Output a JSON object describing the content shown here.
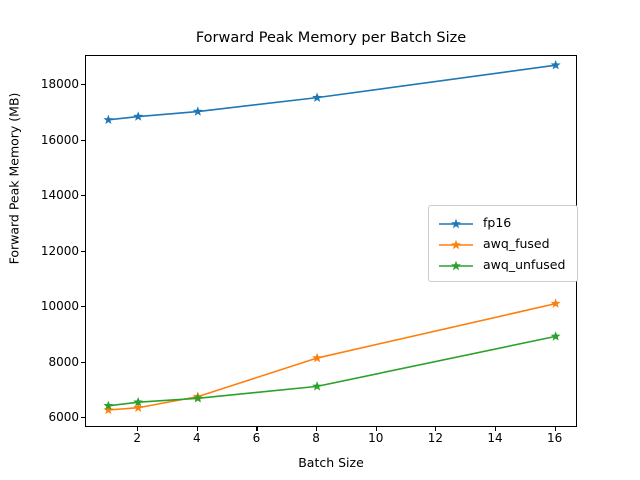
{
  "chart_data": {
    "type": "line",
    "title": "Forward Peak Memory per Batch Size",
    "xlabel": "Batch Size",
    "ylabel": "Forward Peak Memory (MB)",
    "x": [
      1,
      2,
      4,
      8,
      16
    ],
    "xlim": [
      0.25,
      16.75
    ],
    "ylim": [
      5650,
      19050
    ],
    "xticks": [
      2,
      4,
      6,
      8,
      10,
      12,
      14,
      16
    ],
    "xtick_labels": [
      "2",
      "4",
      "6",
      "8",
      "10",
      "12",
      "14",
      "16"
    ],
    "yticks": [
      6000,
      8000,
      10000,
      12000,
      14000,
      16000,
      18000
    ],
    "ytick_labels": [
      "6000",
      "8000",
      "10000",
      "12000",
      "14000",
      "16000",
      "18000"
    ],
    "grid": false,
    "marker": "star",
    "legend_position": "center right",
    "series": [
      {
        "name": "fp16",
        "color": "#1f77b4",
        "values": [
          16750,
          16870,
          17050,
          17550,
          18720
        ]
      },
      {
        "name": "awq_fused",
        "color": "#ff7f0e",
        "values": [
          6300,
          6380,
          6780,
          8170,
          10130
        ]
      },
      {
        "name": "awq_unfused",
        "color": "#2ca02c",
        "values": [
          6450,
          6580,
          6720,
          7150,
          8950
        ]
      }
    ]
  }
}
